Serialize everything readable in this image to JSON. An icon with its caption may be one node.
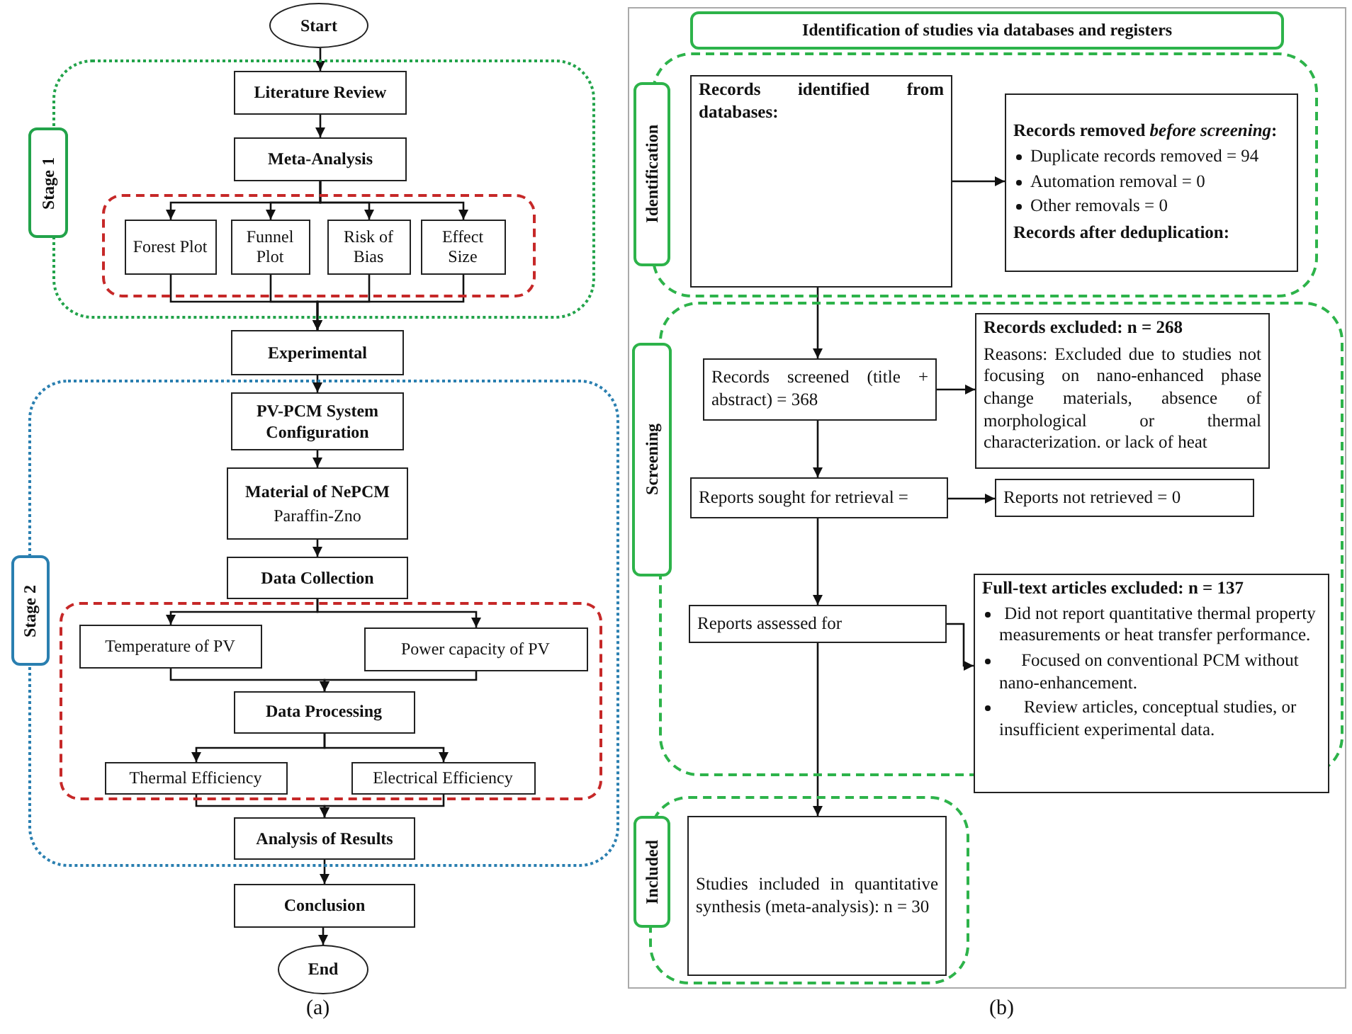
{
  "diagram": {
    "nodes": [
      {
        "text": [
          "Start"
        ]
      },
      {
        "text": [
          "Stage 1"
        ]
      },
      {
        "text": [
          "Literature Review"
        ],
        "in": 1
      },
      {
        "text": [
          "Meta-Analysis"
        ],
        "in": 1
      },
      {
        "text": [],
        "shape": "box",
        "in": 1
      },
      {
        "text": [
          "Forest Plot"
        ],
        "in": 4
      },
      {
        "text": [
          "Funnel Plot"
        ],
        "in": 4
      },
      {
        "text": [
          "Risk of Bias"
        ],
        "in": 4
      },
      {
        "text": [
          "Effect Size"
        ],
        "in": 4
      },
      {
        "text": [
          "Experimental"
        ]
      },
      {
        "text": [
          "Stage 2"
        ]
      },
      {
        "text": [
          "PV-PCM System Configuration"
        ],
        "in": 10
      },
      {
        "text": [
          "Material of NePCM",
          "Paraffin-Zno"
        ],
        "in": 10
      },
      {
        "text": [
          "Data Collection"
        ],
        "in": 10
      },
      {
        "text": [],
        "shape": "box",
        "in": 10
      },
      {
        "text": [
          "Temperature of PV"
        ],
        "in": 14
      },
      {
        "text": [
          "Power capacity of PV"
        ],
        "in": 14
      },
      {
        "text": [
          "Data Processing"
        ],
        "in": 14
      },
      {
        "text": [
          "Thermal Efficiency"
        ],
        "in": 14
      },
      {
        "text": [
          "Electrical Efficiency"
        ],
        "in": 14
      },
      {
        "text": [
          "Analysis of Results"
        ],
        "in": 10
      },
      {
        "text": [
          "Conclusion"
        ]
      },
      {
        "text": [
          "End"
        ]
      },
      {
        "text": [
          "Identification of studies via databases and registers"
        ]
      },
      {
        "text": [
          "Identification"
        ]
      },
      {
        "text": [
          "Records identified from databases:"
        ],
        "in": 24
      },
      {
        "text": [
          "Records removed *before screening*:",
          "Duplicate records removed = 94",
          "Automation removal = 0",
          "Other removals = 0",
          "Records after deduplication:"
        ],
        "in": 24
      },
      {
        "text": [
          "Screening"
        ]
      },
      {
        "text": [
          "Records screened (title + abstract) = 368"
        ],
        "in": 27
      },
      {
        "text": [
          "Records excluded: n = 268",
          "Reasons: Excluded due to studies not focusing on nano-enhanced phase change materials, absence of morphological or thermal characterization. or lack of heat"
        ],
        "in": 27
      },
      {
        "text": [
          "Reports sought for retrieval ="
        ],
        "in": 27
      },
      {
        "text": [
          "Reports not retrieved = 0"
        ],
        "in": 27
      },
      {
        "text": [
          "Reports assessed for"
        ],
        "in": 27
      },
      {
        "text": [
          "Full-text articles excluded: n = 137",
          "Did not report quantitative thermal property measurements or heat transfer performance.",
          "Focused on conventional PCM without nano-enhancement.",
          "Review articles, conceptual studies, or insufficient experimental data."
        ]
      },
      {
        "text": [
          "Included"
        ]
      },
      {
        "text": [
          "Studies included in quantitative synthesis (meta-analysis): n = 30"
        ],
        "in": 34
      }
    ],
    "edges": [
      {
        "from": 0,
        "to": 2,
        "arrow": "to"
      },
      {
        "from": 2,
        "to": 3,
        "arrow": "to"
      },
      {
        "from": 3,
        "to": 5,
        "arrow": "to"
      },
      {
        "from": 3,
        "to": 6,
        "arrow": "to"
      },
      {
        "from": 3,
        "to": 7,
        "arrow": "to"
      },
      {
        "from": 3,
        "to": 8,
        "arrow": "to"
      },
      {
        "from": 5,
        "to": 9,
        "arrow": "to"
      },
      {
        "from": 6,
        "to": 9,
        "arrow": "to"
      },
      {
        "from": 7,
        "to": 9,
        "arrow": "to"
      },
      {
        "from": 8,
        "to": 9,
        "arrow": "to"
      },
      {
        "from": 9,
        "to": 11,
        "arrow": "to"
      },
      {
        "from": 11,
        "to": 12,
        "arrow": "to"
      },
      {
        "from": 12,
        "to": 13,
        "arrow": "to"
      },
      {
        "from": 13,
        "to": 15,
        "arrow": "to"
      },
      {
        "from": 13,
        "to": 16,
        "arrow": "to"
      },
      {
        "from": 15,
        "to": 17,
        "arrow": "to"
      },
      {
        "from": 16,
        "to": 17,
        "arrow": "to"
      },
      {
        "from": 17,
        "to": 18,
        "arrow": "to"
      },
      {
        "from": 17,
        "to": 19,
        "arrow": "to"
      },
      {
        "from": 18,
        "to": 20,
        "arrow": "to"
      },
      {
        "from": 19,
        "to": 20,
        "arrow": "to"
      },
      {
        "from": 20,
        "to": 21,
        "arrow": "to"
      },
      {
        "from": 21,
        "to": 22,
        "arrow": "to"
      },
      {
        "from": 25,
        "to": 26,
        "arrow": "to"
      },
      {
        "from": 25,
        "to": 28,
        "arrow": "to"
      },
      {
        "from": 28,
        "to": 29,
        "arrow": "to"
      },
      {
        "from": 28,
        "to": 30,
        "arrow": "to"
      },
      {
        "from": 30,
        "to": 31,
        "arrow": "to"
      },
      {
        "from": 30,
        "to": 32,
        "arrow": "to"
      },
      {
        "from": 32,
        "to": 33,
        "arrow": "to"
      },
      {
        "from": 32,
        "to": 35,
        "arrow": "to"
      }
    ],
    "labels": [
      "(a)",
      "(b)"
    ]
  }
}
